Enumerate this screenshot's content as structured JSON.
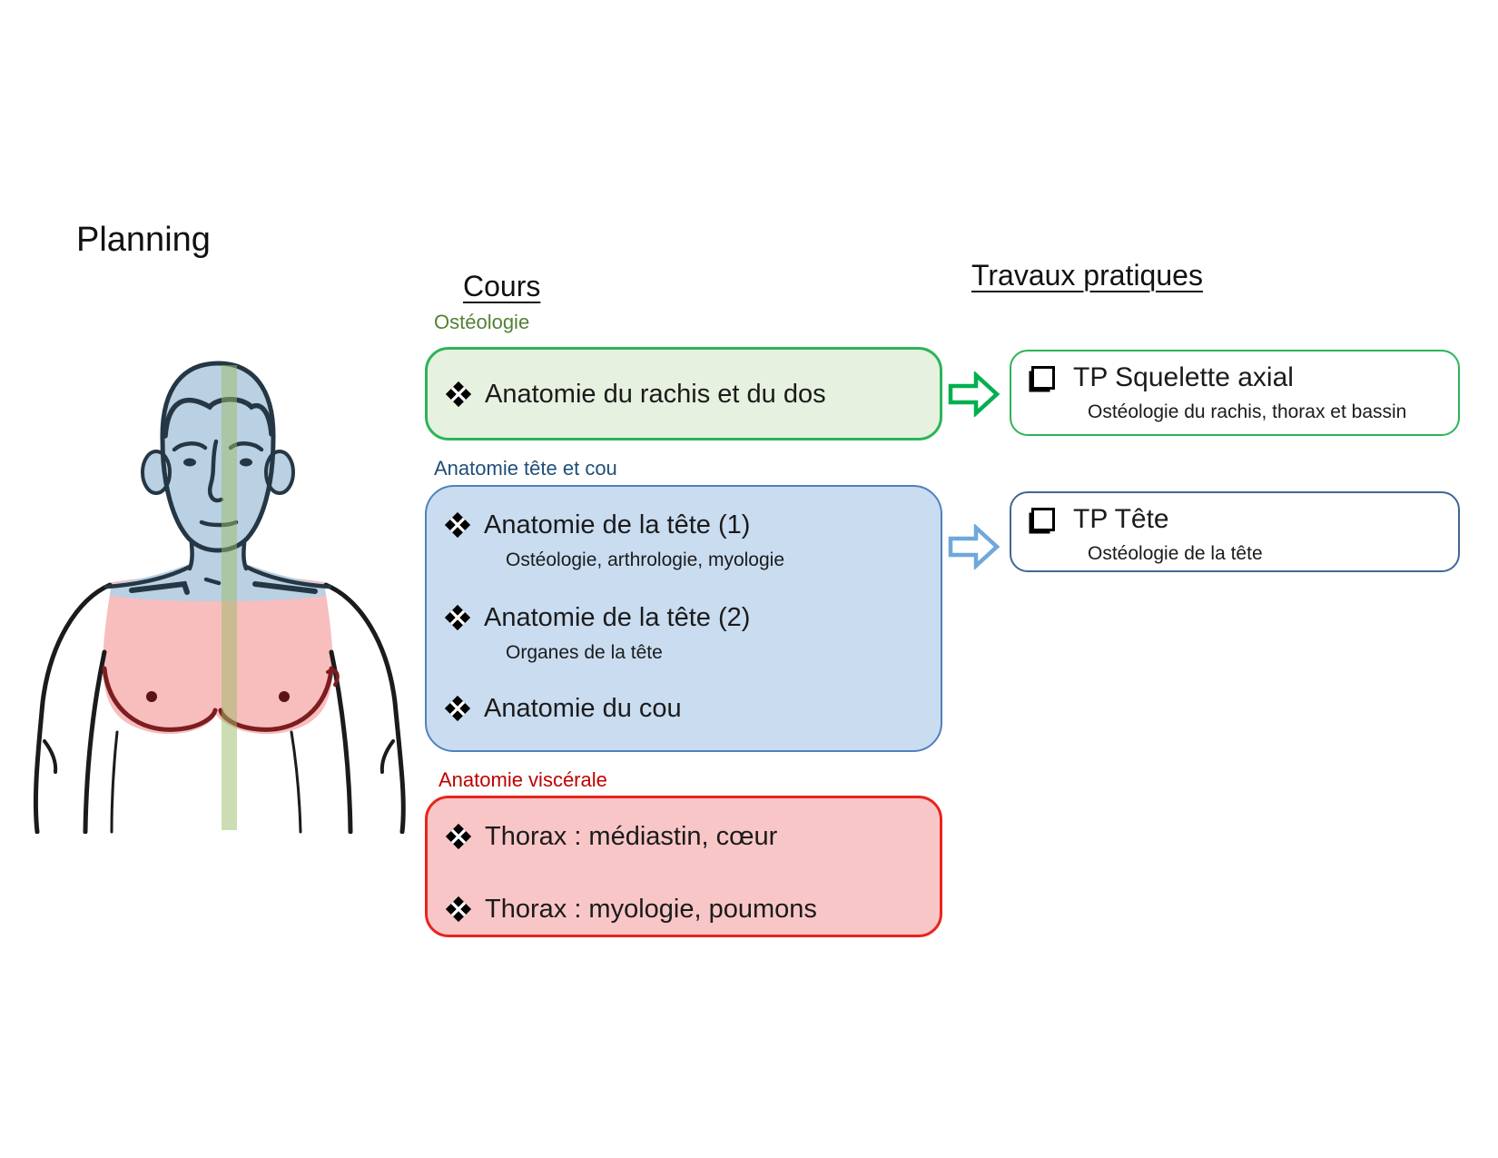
{
  "slide": {
    "title": "Planning"
  },
  "headings": {
    "courses": "Cours",
    "practicals": "Travaux pratiques"
  },
  "sections": {
    "osteologie": {
      "label": "Ostéologie",
      "items": [
        {
          "text": "Anatomie du rachis et du dos"
        }
      ]
    },
    "tete_cou": {
      "label": "Anatomie tête et cou",
      "items": [
        {
          "text": "Anatomie de la tête (1)",
          "subtext": "Ostéologie, arthrologie, myologie"
        },
        {
          "text": "Anatomie de la tête (2)",
          "subtext": "Organes de la tête"
        },
        {
          "text": "Anatomie du cou"
        }
      ]
    },
    "viscerale": {
      "label": "Anatomie viscérale",
      "items": [
        {
          "text": "Thorax : médiastin, cœur"
        },
        {
          "text": "Thorax : myologie, poumons"
        }
      ]
    }
  },
  "practicals": [
    {
      "title": "TP Squelette axial",
      "subtitle": "Ostéologie du rachis, thorax et bassin"
    },
    {
      "title": "TP Tête",
      "subtitle": "Ostéologie de la tête"
    }
  ],
  "icons": {
    "bullet": "four-diamond-bullet ❖",
    "checkbox": "shadowed-square-checkbox ❑",
    "arrow_green": "block-arrow-right",
    "arrow_blue": "block-arrow-right"
  },
  "colors": {
    "green_label": "#538135",
    "green_box_fill": "#e7f1df",
    "green_border": "#2cb457",
    "green_arrow": "#00b050",
    "blue_label": "#1f4e79",
    "blue_box_fill": "#c9dcf0",
    "blue_border": "#4f81bd",
    "tp_blue_border": "#3f6795",
    "blue_arrow": "#6fa8dc",
    "red_label": "#c00000",
    "red_box_fill": "#f9c6c7",
    "red_border": "#e8241d",
    "figure_head_neck_highlight": "#bad0e3",
    "figure_thorax_highlight": "#f8bdbd",
    "figure_axial_stripe": "#9cbb68"
  },
  "figure": {
    "description": "Line drawing of a male upper torso; head and neck highlighted blue, thorax highlighted pink, translucent green vertical axial stripe through the midline"
  }
}
